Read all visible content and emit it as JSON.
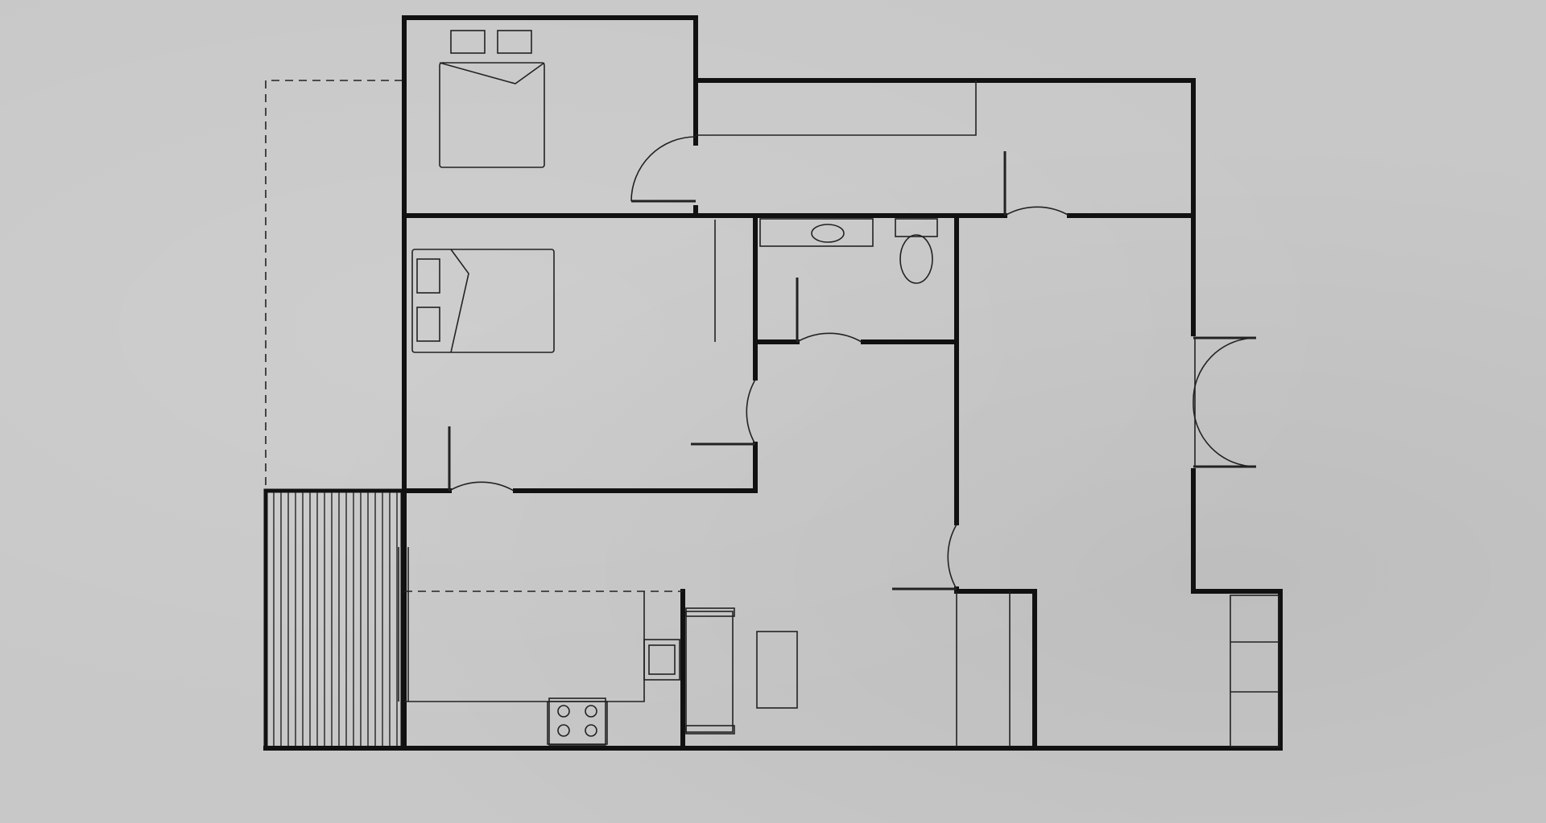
{
  "diagram": {
    "kind": "floor-plan",
    "labels_present": false
  },
  "colors": {
    "background": "#c8c8c8",
    "wall": "#111111",
    "line": "#222222"
  },
  "rooms": [
    "bedroom-top",
    "hallway",
    "bedroom-left",
    "bathroom",
    "living-room",
    "kitchen",
    "right-room",
    "utility-room",
    "storage-room",
    "deck",
    "dashed-patio"
  ],
  "fixtures": [
    "bed-icon",
    "sink-icon",
    "toilet-icon",
    "stove-icon",
    "fridge-icon",
    "table-icon",
    "sofa-icon",
    "shelf-icon"
  ]
}
